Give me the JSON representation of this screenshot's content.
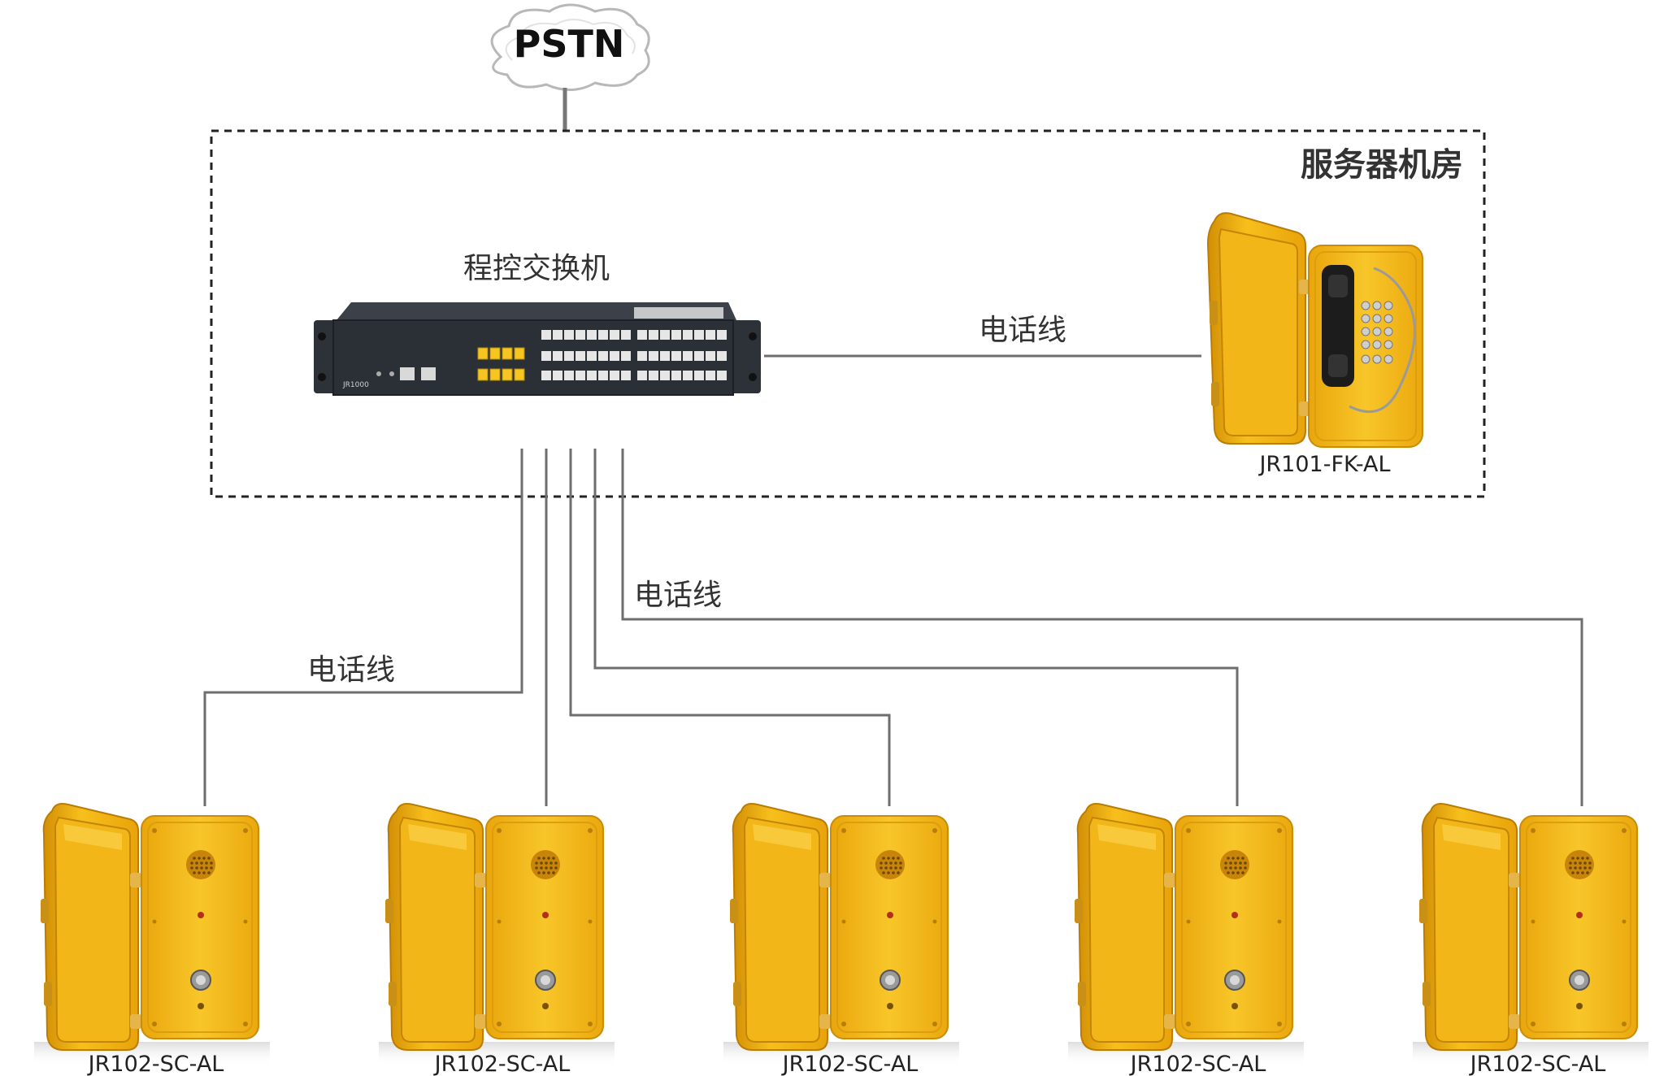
{
  "pstn_label": "PSTN",
  "server_room": {
    "label": "服务器机房"
  },
  "switch": {
    "label": "程控交换机",
    "model_text": "JR1000"
  },
  "phone_line_label": "电话线",
  "indoor_phone": {
    "model": "JR101-FK-AL"
  },
  "emergency_phones": [
    {
      "model": "JR102-SC-AL"
    },
    {
      "model": "JR102-SC-AL"
    },
    {
      "model": "JR102-SC-AL"
    },
    {
      "model": "JR102-SC-AL"
    },
    {
      "model": "JR102-SC-AL"
    }
  ],
  "icons": {
    "cloud": "cloud-icon",
    "switch": "pbx-switch-icon",
    "keypad_phone": "keypad-phone-icon",
    "emergency_phone": "emergency-phone-icon"
  },
  "colors": {
    "phone_yellow": "#F5B716",
    "phone_dark_yellow": "#D99A0B",
    "switch_body": "#2B2F36",
    "port_yellow": "#F6C522",
    "wire": "#6E6E6E"
  }
}
